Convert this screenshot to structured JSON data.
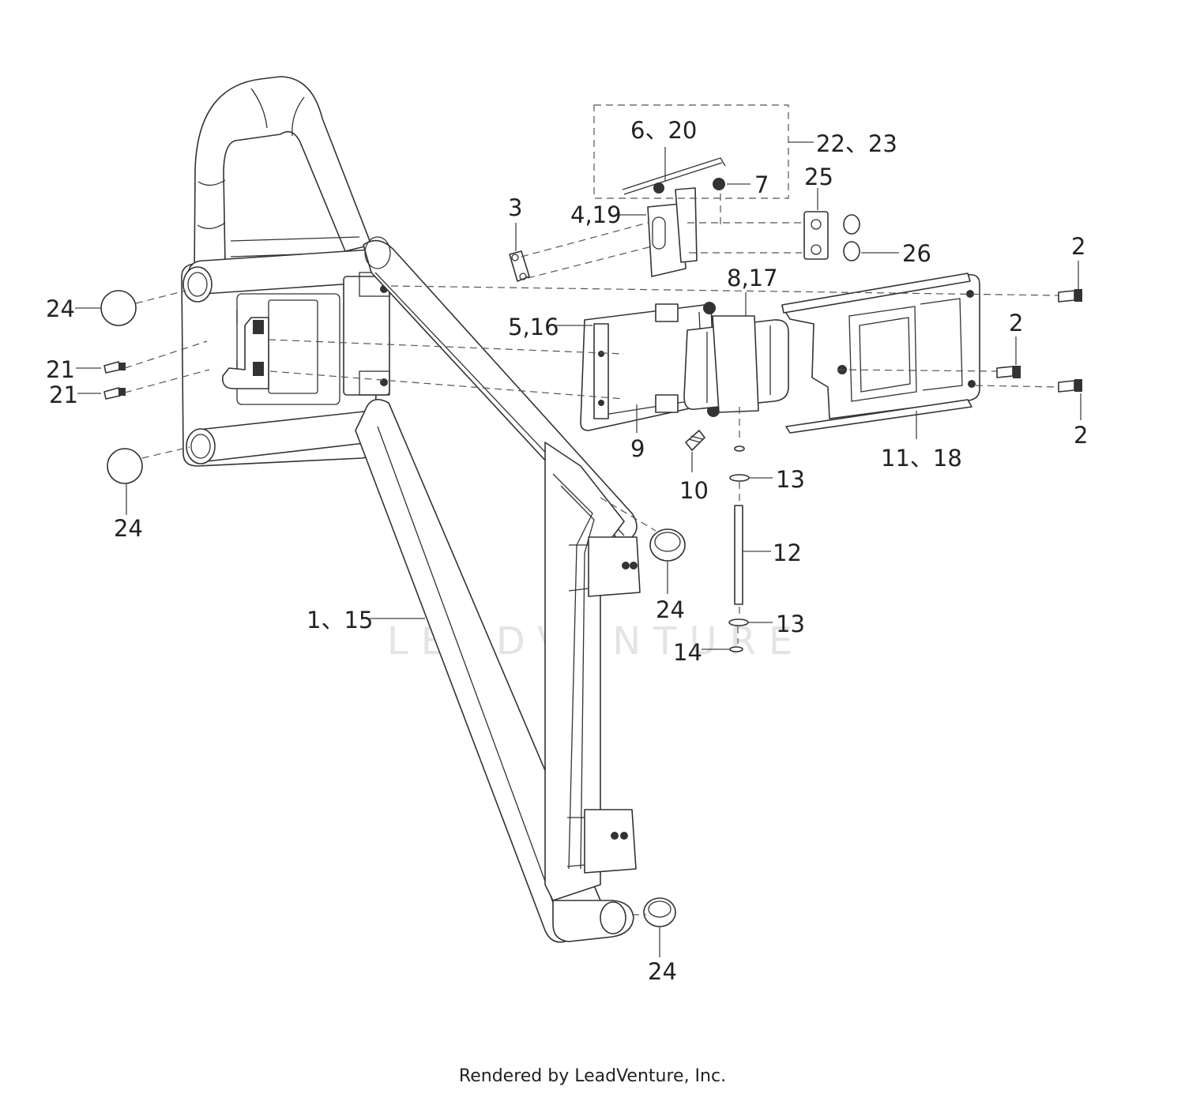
{
  "diagram": {
    "callouts": [
      {
        "id": "c-24-a",
        "text": "24"
      },
      {
        "id": "c-24-b",
        "text": "24"
      },
      {
        "id": "c-24-c",
        "text": "24"
      },
      {
        "id": "c-24-d",
        "text": "24"
      },
      {
        "id": "c-21-a",
        "text": "21"
      },
      {
        "id": "c-21-b",
        "text": "21"
      },
      {
        "id": "c-3",
        "text": "3"
      },
      {
        "id": "c-4-19",
        "text": "4,19"
      },
      {
        "id": "c-6-20",
        "text": "6、20"
      },
      {
        "id": "c-7",
        "text": "7"
      },
      {
        "id": "c-22-23",
        "text": "22、23"
      },
      {
        "id": "c-25",
        "text": "25"
      },
      {
        "id": "c-26",
        "text": "26"
      },
      {
        "id": "c-2-a",
        "text": "2"
      },
      {
        "id": "c-2-b",
        "text": "2"
      },
      {
        "id": "c-2-c",
        "text": "2"
      },
      {
        "id": "c-8-17",
        "text": "8,17"
      },
      {
        "id": "c-5-16",
        "text": "5,16"
      },
      {
        "id": "c-9",
        "text": "9"
      },
      {
        "id": "c-10",
        "text": "10"
      },
      {
        "id": "c-13-a",
        "text": "13"
      },
      {
        "id": "c-13-b",
        "text": "13"
      },
      {
        "id": "c-12",
        "text": "12"
      },
      {
        "id": "c-14",
        "text": "14"
      },
      {
        "id": "c-11-18",
        "text": "11、18"
      },
      {
        "id": "c-1-15",
        "text": "1、15"
      }
    ],
    "watermark": "LEADVENTURE"
  },
  "footer": "Rendered by LeadVenture, Inc."
}
